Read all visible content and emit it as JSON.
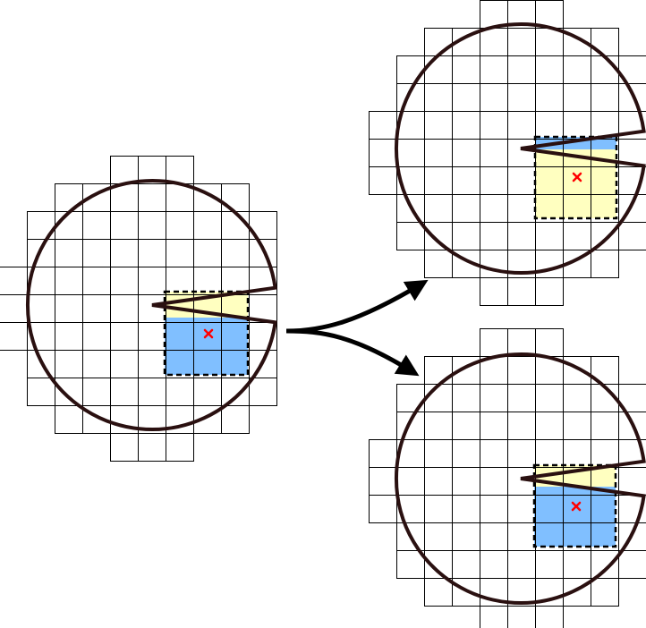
{
  "colors": {
    "background": "#ffffff",
    "grid_line": "#000000",
    "circle_outline": "#2a1010",
    "cell_blue": "#80bfff",
    "cell_yellow": "#ffffc0",
    "marker_cross": "#ff0000",
    "arrow": "#000000"
  },
  "panels": [
    {
      "id": "source",
      "grid_row_spans": [
        [
          3,
          5
        ],
        [
          1,
          7
        ],
        [
          0,
          8
        ],
        [
          0,
          8
        ],
        [
          -1,
          8
        ],
        [
          -1,
          8
        ],
        [
          -1,
          8
        ],
        [
          0,
          8
        ],
        [
          0,
          8
        ],
        [
          1,
          7
        ],
        [
          3,
          5
        ]
      ],
      "highlight": {
        "upper_fill": "yellow",
        "lower_fill": "blue"
      }
    },
    {
      "id": "result-top",
      "grid_row_spans": [
        [
          3,
          5
        ],
        [
          1,
          7
        ],
        [
          0,
          8
        ],
        [
          0,
          8
        ],
        [
          -1,
          8
        ],
        [
          -1,
          8
        ],
        [
          -1,
          8
        ],
        [
          0,
          8
        ],
        [
          0,
          8
        ],
        [
          1,
          7
        ],
        [
          3,
          5
        ]
      ],
      "highlight": {
        "upper_fill": "blue",
        "lower_fill": "yellow"
      }
    },
    {
      "id": "result-bottom",
      "grid_row_spans": [
        [
          3,
          5
        ],
        [
          1,
          7
        ],
        [
          0,
          8
        ],
        [
          0,
          8
        ],
        [
          -1,
          8
        ],
        [
          -1,
          8
        ],
        [
          -1,
          8
        ],
        [
          0,
          8
        ],
        [
          0,
          8
        ],
        [
          1,
          7
        ],
        [
          3,
          5
        ]
      ],
      "highlight": {
        "upper_fill": "yellow",
        "lower_fill": "blue"
      }
    }
  ],
  "icons": {
    "marker": "red-cross-icon",
    "branch_arrow": "split-arrow-icon"
  }
}
